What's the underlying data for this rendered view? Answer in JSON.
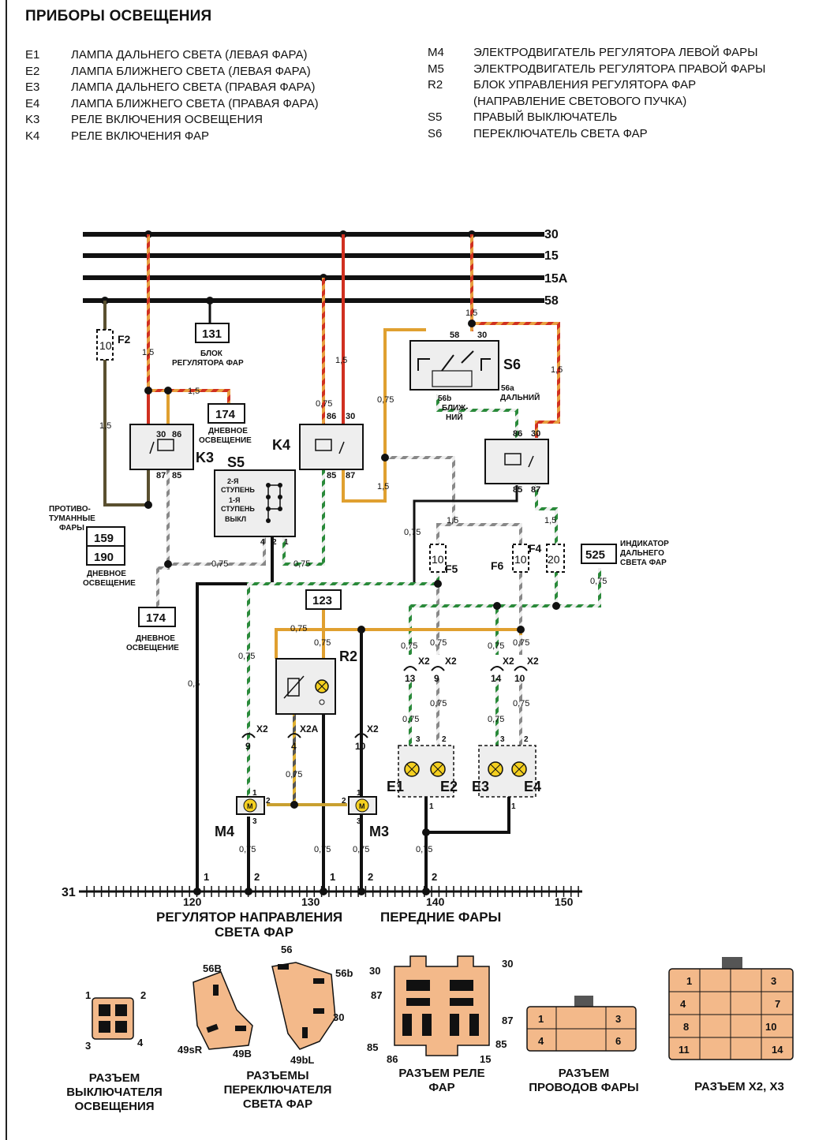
{
  "title": "ПРИБОРЫ ОСВЕЩЕНИЯ",
  "legend_left": [
    {
      "code": "E1",
      "desc": "ЛАМПА ДАЛЬНЕГО СВЕТА (ЛЕВАЯ ФАРА)"
    },
    {
      "code": "E2",
      "desc": "ЛАМПА БЛИЖНЕГО СВЕТА (ЛЕВАЯ ФАРА)"
    },
    {
      "code": "E3",
      "desc": "ЛАМПА ДАЛЬНЕГО СВЕТА (ПРАВАЯ ФАРА)"
    },
    {
      "code": "E4",
      "desc": "ЛАМПА БЛИЖНЕГО СВЕТА (ПРАВАЯ ФАРА)"
    },
    {
      "code": "K3",
      "desc": "РЕЛЕ ВКЛЮЧЕНИЯ ОСВЕЩЕНИЯ"
    },
    {
      "code": "K4",
      "desc": "РЕЛЕ ВКЛЮЧЕНИЯ ФАР"
    }
  ],
  "legend_right": [
    {
      "code": "M4",
      "desc": "ЭЛЕКТРОДВИГАТЕЛЬ РЕГУЛЯТОРА ЛЕВОЙ ФАРЫ"
    },
    {
      "code": "M5",
      "desc": "ЭЛЕКТРОДВИГАТЕЛЬ РЕГУЛЯТОРА ПРАВОЙ ФАРЫ"
    },
    {
      "code": "R2",
      "desc": "БЛОК УПРАВЛЕНИЯ РЕГУЛЯТОРА ФАР"
    },
    {
      "code": "",
      "desc": "(НАПРАВЛЕНИЕ СВЕТОВОГО ПУЧКА)"
    },
    {
      "code": "S5",
      "desc": "ПРАВЫЙ ВЫКЛЮЧАТЕЛЬ"
    },
    {
      "code": "S6",
      "desc": "ПЕРЕКЛЮЧАТЕЛЬ СВЕТА ФАР"
    }
  ],
  "buses": [
    "30",
    "15",
    "15A",
    "58"
  ],
  "blocks": {
    "b131": "131",
    "b131_label1": "БЛОК",
    "b131_label2": "РЕГУЛЯТОРА ФАР",
    "b174a": "174",
    "b174a_label1": "ДНЕВНОЕ",
    "b174a_label2": "ОСВЕЩЕНИЕ",
    "b159": "159",
    "b190": "190",
    "b159_label1": "ПРОТИВО-",
    "b159_label2": "ТУМАННЫЕ",
    "b159_label3": "ФАРЫ",
    "b190_label1": "ДНЕВНОЕ",
    "b190_label2": "ОСВЕЩЕНИЕ",
    "b174b": "174",
    "b174b_label1": "ДНЕВНОЕ",
    "b174b_label2": "ОСВЕЩЕНИЕ",
    "b123": "123",
    "b525": "525",
    "b525_label1": "ИНДИКАТОР",
    "b525_label2": "ДАЛЬНЕГО",
    "b525_label3": "СВЕТА ФАР"
  },
  "components": {
    "K3": "K3",
    "K4": "K4",
    "S5": "S5",
    "S6": "S6",
    "R2": "R2",
    "M4": "M4",
    "M3": "M3",
    "E1": "E1",
    "E2": "E2",
    "E3": "E3",
    "E4": "E4",
    "F2": "F2",
    "F4": "F4",
    "F5": "F5",
    "F6": "F6",
    "s5_text": [
      "2-Я",
      "СТУПЕНЬ",
      "1-Я",
      "СТУПЕНЬ",
      "ВЫКЛ"
    ],
    "s6_56b": "56b",
    "s6_near1": "БЛИЖ-",
    "s6_near2": "НИЙ",
    "s6_56a": "56a",
    "s6_far": "ДАЛЬНИЙ"
  },
  "fuses": {
    "F2": "10",
    "F5": "10",
    "F6": "10",
    "F4": "20"
  },
  "wire_sizes": [
    "1,5",
    "0,75",
    "0,5"
  ],
  "ground": {
    "label": "31",
    "ticks": [
      "120",
      "130",
      "140",
      "150"
    ],
    "group1_line1": "РЕГУЛЯТОР НАПРАВЛЕНИЯ",
    "group1_line2": "СВЕТА ФАР",
    "group2": "ПЕРЕДНИЕ ФАРЫ"
  },
  "connectors": {
    "switch": {
      "label": [
        "РАЗЪЕМ",
        "ВЫКЛЮЧАТЕЛЯ",
        "ОСВЕЩЕНИЯ"
      ],
      "pins": [
        "1",
        "2",
        "3",
        "4"
      ]
    },
    "selector": {
      "label": [
        "РАЗЪЕМЫ",
        "ПЕРЕКЛЮЧАТЕЛЯ",
        "СВЕТА ФАР"
      ],
      "pins": [
        "56B",
        "49sR",
        "49B",
        "56",
        "56b",
        "30",
        "49bL"
      ]
    },
    "relay": {
      "label": [
        "РАЗЪЕМ РЕЛЕ",
        "ФАР"
      ],
      "pins": [
        "30",
        "30",
        "87",
        "87",
        "85",
        "86",
        "15",
        "85"
      ]
    },
    "headlamp": {
      "label": [
        "РАЗЪЕМ",
        "ПРОВОДОВ ФАРЫ"
      ],
      "pins": [
        "1",
        "3",
        "4",
        "6"
      ]
    },
    "x2x3": {
      "label": [
        "РАЗЪЕМ X2, X3"
      ],
      "pins": [
        "1",
        "3",
        "4",
        "7",
        "8",
        "10",
        "11",
        "14"
      ]
    }
  }
}
